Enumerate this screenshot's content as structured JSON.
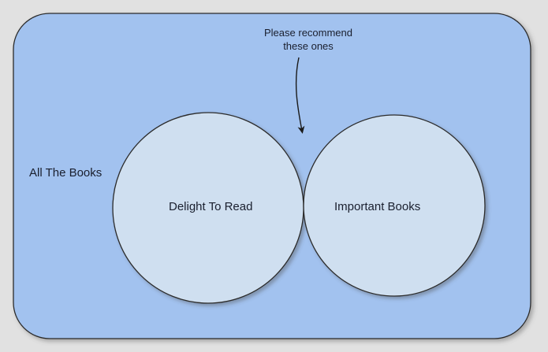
{
  "diagram": {
    "type": "venn",
    "background_color": "#e1e1e1",
    "universe": {
      "label": "All The Books",
      "fill_color": "#a2c2ef",
      "stroke_color": "#2b2b2b"
    },
    "sets": [
      {
        "id": "left",
        "label": "Delight To Read",
        "fill_color": "#cfdff0",
        "stroke_color": "#2b2b2b"
      },
      {
        "id": "right",
        "label": "Important Books",
        "fill_color": "#cfdff0",
        "stroke_color": "#2b2b2b"
      }
    ],
    "annotation": {
      "line1": "Please recommend",
      "line2": "these ones",
      "text": "Please recommend these ones",
      "arrow_target": "intersection",
      "arrow_color": "#1a1a1a"
    },
    "text_color": "#1a1f2e"
  }
}
